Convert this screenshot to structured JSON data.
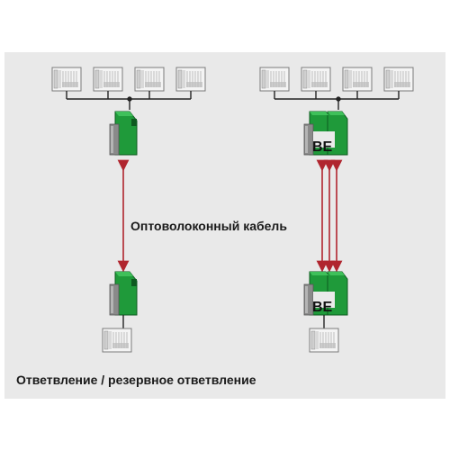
{
  "cable_label": "Оптоволоконный кабель",
  "caption": "Ответвление / резервное ответвление",
  "module_marking": "BE",
  "colors": {
    "background_panel": "#e9e9e9",
    "module_green": "#1f9a3a",
    "module_grey": "#8a8a8a",
    "cable_red": "#b0252e",
    "device_frame": "#8a8a8a"
  },
  "left_topology": {
    "devices_top_count": 4,
    "devices_bottom_count": 1,
    "fiber_links": 1,
    "redundant": false
  },
  "right_topology": {
    "devices_top_count": 4,
    "devices_bottom_count": 1,
    "fiber_links": 3,
    "redundant": true
  }
}
